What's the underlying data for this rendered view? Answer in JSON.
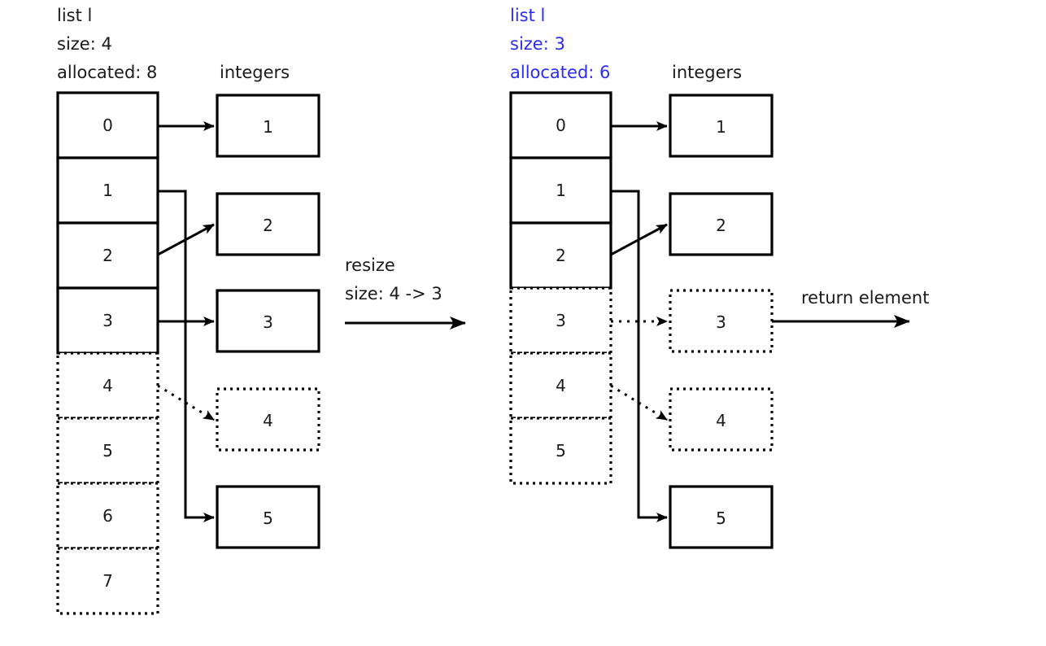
{
  "title": "list resize diagram",
  "left_panel": {
    "header": {
      "name_line": "list l",
      "size_line": "size: 4",
      "allocated_line": "allocated: 8",
      "color": "#1a1a1a"
    },
    "integers_label": "integers",
    "array": {
      "cells": [
        "0",
        "1",
        "2",
        "3",
        "4",
        "5",
        "6",
        "7"
      ],
      "used_count": 4,
      "allocated_count": 8
    },
    "integer_boxes": [
      {
        "value": "1",
        "style": "solid"
      },
      {
        "value": "2",
        "style": "solid"
      },
      {
        "value": "3",
        "style": "solid"
      },
      {
        "value": "4",
        "style": "dotted"
      },
      {
        "value": "5",
        "style": "solid"
      }
    ]
  },
  "transition": {
    "line1": "resize",
    "line2": "size: 4 -> 3"
  },
  "right_panel": {
    "header": {
      "name_line": "list l",
      "size_line": "size: 3",
      "allocated_line": "allocated: 6",
      "color": "#2b2bf5"
    },
    "integers_label": "integers",
    "array": {
      "cells": [
        "0",
        "1",
        "2",
        "3",
        "4",
        "5"
      ],
      "used_count": 3,
      "allocated_count": 6
    },
    "integer_boxes": [
      {
        "value": "1",
        "style": "solid"
      },
      {
        "value": "2",
        "style": "solid"
      },
      {
        "value": "3",
        "style": "dotted"
      },
      {
        "value": "4",
        "style": "dotted"
      },
      {
        "value": "5",
        "style": "solid"
      }
    ]
  },
  "return_arrow": {
    "label": "return element"
  }
}
